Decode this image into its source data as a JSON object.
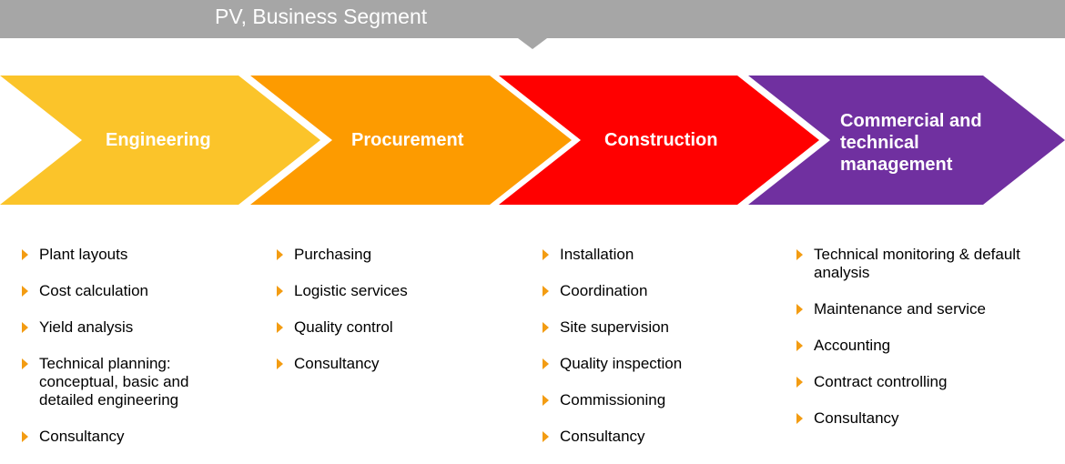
{
  "header": {
    "title": "PV, Business Segment"
  },
  "colors": {
    "header_band": "#a6a6a6",
    "engineering": "#fbc42a",
    "procurement": "#fd9b00",
    "construction": "#ff0000",
    "commercial": "#7030a0",
    "bullet": "#f39c12"
  },
  "stages": [
    {
      "label": "Engineering",
      "items": [
        "Plant layouts",
        "Cost calculation",
        "Yield analysis",
        "Technical planning: conceptual, basic and detailed engineering",
        "Consultancy"
      ]
    },
    {
      "label": "Procurement",
      "items": [
        "Purchasing",
        "Logistic services",
        "Quality control",
        "Consultancy"
      ]
    },
    {
      "label": "Construction",
      "items": [
        "Installation",
        "Coordination",
        "Site supervision",
        "Quality inspection",
        "Commissioning",
        "Consultancy"
      ]
    },
    {
      "label": "Commercial and technical management",
      "items": [
        "Technical monitoring & default analysis",
        "Maintenance and service",
        "Accounting",
        "Contract controlling",
        "Consultancy"
      ]
    }
  ]
}
